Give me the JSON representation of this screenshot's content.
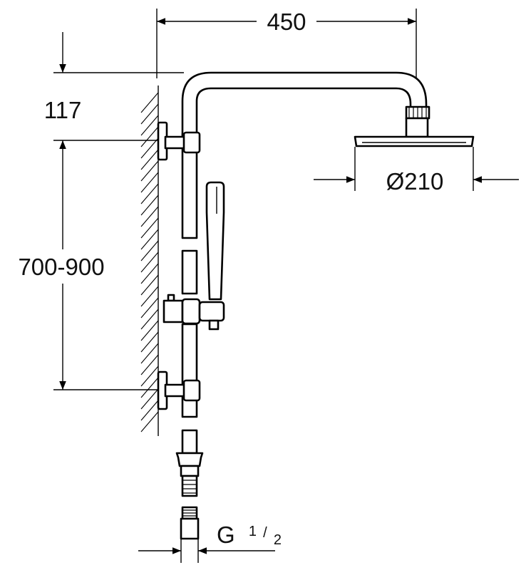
{
  "dimensions": {
    "arm_length": "450",
    "top_offset": "117",
    "rail_height": "700-900",
    "head_diameter": "Ø210",
    "connection_prefix": "G",
    "connection_num": "1",
    "connection_den": "2"
  },
  "colors": {
    "line": "#000000",
    "background": "#ffffff"
  }
}
